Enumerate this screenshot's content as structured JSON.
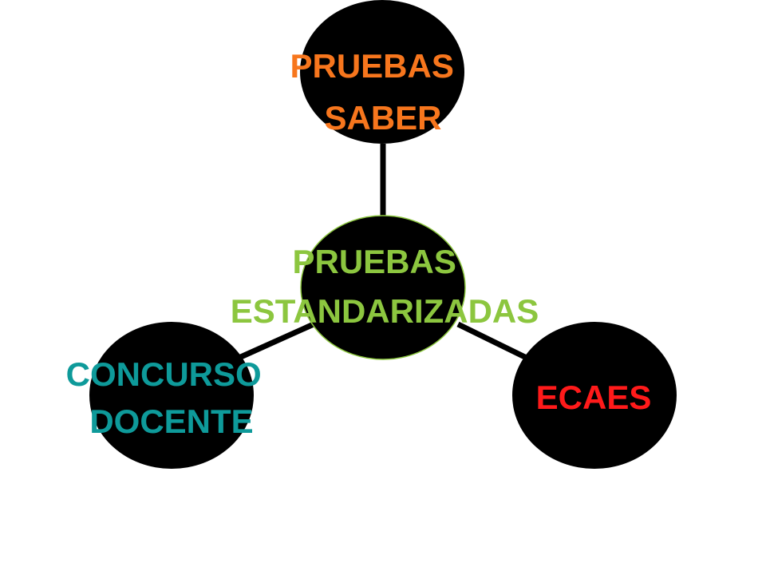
{
  "diagram": {
    "center": {
      "lines": [
        "PRUEBAS",
        "ESTANDARIZADAS"
      ],
      "color": "#8CC63F",
      "border": "#8CC63F"
    },
    "top": {
      "lines": [
        "PRUEBAS",
        "SABER"
      ],
      "color": "#F7761D"
    },
    "left": {
      "lines": [
        "CONCURSO",
        "DOCENTE"
      ],
      "color": "#0E9A9A"
    },
    "right": {
      "lines": [
        "ECAES"
      ],
      "color": "#FF1A1A"
    },
    "node_fill": "#000000",
    "connector_color": "#000000"
  }
}
